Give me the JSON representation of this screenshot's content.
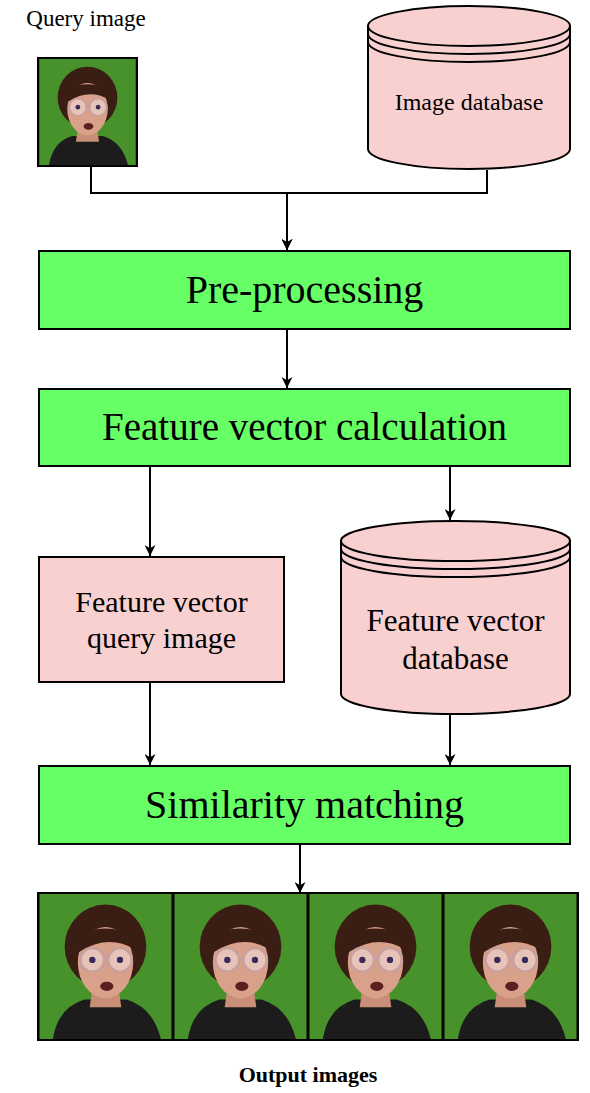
{
  "diagram": {
    "nodes": [
      {
        "text": [
          "Query image"
        ]
      },
      {
        "text": [
          "Image database"
        ]
      },
      {
        "text": [
          "Pre-processing"
        ]
      },
      {
        "text": [
          "Feature vector calculation"
        ]
      },
      {
        "text": [
          "Feature vector query image"
        ]
      },
      {
        "text": [
          "Feature vector database"
        ]
      },
      {
        "text": [
          "Similarity matching"
        ]
      },
      {
        "text": [
          "Output images"
        ]
      }
    ],
    "edges": [
      {
        "from": 0,
        "to": 2,
        "arrow": "to"
      },
      {
        "from": 1,
        "to": 2,
        "arrow": "to"
      },
      {
        "from": 2,
        "to": 3,
        "arrow": "to"
      },
      {
        "from": 3,
        "to": 4,
        "arrow": "to"
      },
      {
        "from": 3,
        "to": 5,
        "arrow": "to"
      },
      {
        "from": 4,
        "to": 6,
        "arrow": "to"
      },
      {
        "from": 5,
        "to": 6,
        "arrow": "to"
      },
      {
        "from": 6,
        "to": 7,
        "arrow": "to"
      }
    ]
  }
}
